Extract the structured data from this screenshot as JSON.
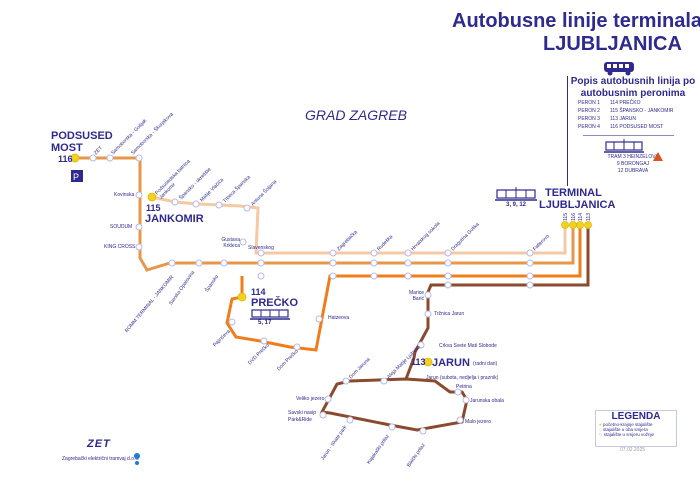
{
  "header": {
    "title_line1": "Autobusne linije terminala",
    "title_line2": "LJUBLJANICA"
  },
  "platform_list": {
    "heading": "Popis autobusnih linija po autobusnim peronima",
    "rows": [
      {
        "peron": "PERON 1",
        "line": "114 PREČKO"
      },
      {
        "peron": "PERON 2",
        "line": "115 ŠPANSKO - JANKOMIR"
      },
      {
        "peron": "PERON 3",
        "line": "113 JARUN"
      },
      {
        "peron": "PERON 4",
        "line": "116 PODSUSED MOST"
      }
    ],
    "tram_lines": [
      "TRAM 3 HEINZELOVA",
      "9 BORONGAJ",
      "12 DUBRAVA"
    ]
  },
  "map": {
    "city_label": "GRAD ZAGREB",
    "terminal": {
      "name_line1": "TERMINAL",
      "name_line2": "LJUBLJANICA",
      "tram_lines": "3, 9, 12",
      "platform_lines": [
        "115",
        "116",
        "114",
        "113"
      ]
    },
    "termini": [
      {
        "number": "116",
        "name_line1": "PODSUSED",
        "name_line2": "MOST"
      },
      {
        "number": "115",
        "name": "JANKOMIR"
      },
      {
        "number": "114",
        "name": "PREČKO",
        "tram_lines": "5, 17"
      },
      {
        "number": "113",
        "name": "JARUN",
        "note": "(radni dan)"
      }
    ],
    "stops": {
      "line116_top": [
        "ZET",
        "Samoborska - Gošjak",
        "Samoborska - Škorpikova"
      ],
      "line116_left": [
        "Kovinska",
        "SOUDUM",
        "KING CROSS"
      ],
      "line115": [
        "Podsusedska balnica Jankomir",
        "Špansko - okretište",
        "Matije Vlačića",
        "Trbeca Španska",
        "Antuna Šoljana",
        "Gustava Krkleca",
        "Slavenskog"
      ],
      "main_corridor": [
        "Zagrebačka",
        "Rudeška",
        "Hrvatskog sokola",
        "Dragutina Golika",
        "Fallerovo"
      ],
      "lower_left": [
        "ROMM TERMINAL - JANKOMIR",
        "Savska Opatovina",
        "Špansko"
      ],
      "line114": [
        "Pajinčeva",
        "DVD Prečko",
        "Dom Prečko",
        "Hatzeova"
      ],
      "line113": [
        "Marice Barić",
        "Tržnica Jarun",
        "Crkva Svete Mati Slobode",
        "Jarun (subota, nedjelja i praznik)",
        "Dom Jaruna",
        "Aleja Matije Ljubeka",
        "Petrina",
        "Jarunska obala",
        "Malo jezero",
        "Veliko jezero",
        "Savski nasip Park&Ride",
        "Jarun - Skate park",
        "Kajakaški prilaz",
        "Bikički prilaz"
      ]
    }
  },
  "legend": {
    "title": "LEGENDA",
    "items": [
      "početno-krajnje stajalište",
      "stajalište u oba smjera",
      "stajalište u smjeru vožnje"
    ],
    "date": "07.02.2025"
  },
  "footer": {
    "logo": "ZET",
    "company": "Zagrebački električni tramvaj d.o.o."
  },
  "colors": {
    "line116": "#e8964a",
    "line115": "#f5c9a4",
    "line114": "#f07d1a",
    "line113": "#8b4a2e",
    "text": "#2e2a8f",
    "terminus": "#f2d024"
  }
}
